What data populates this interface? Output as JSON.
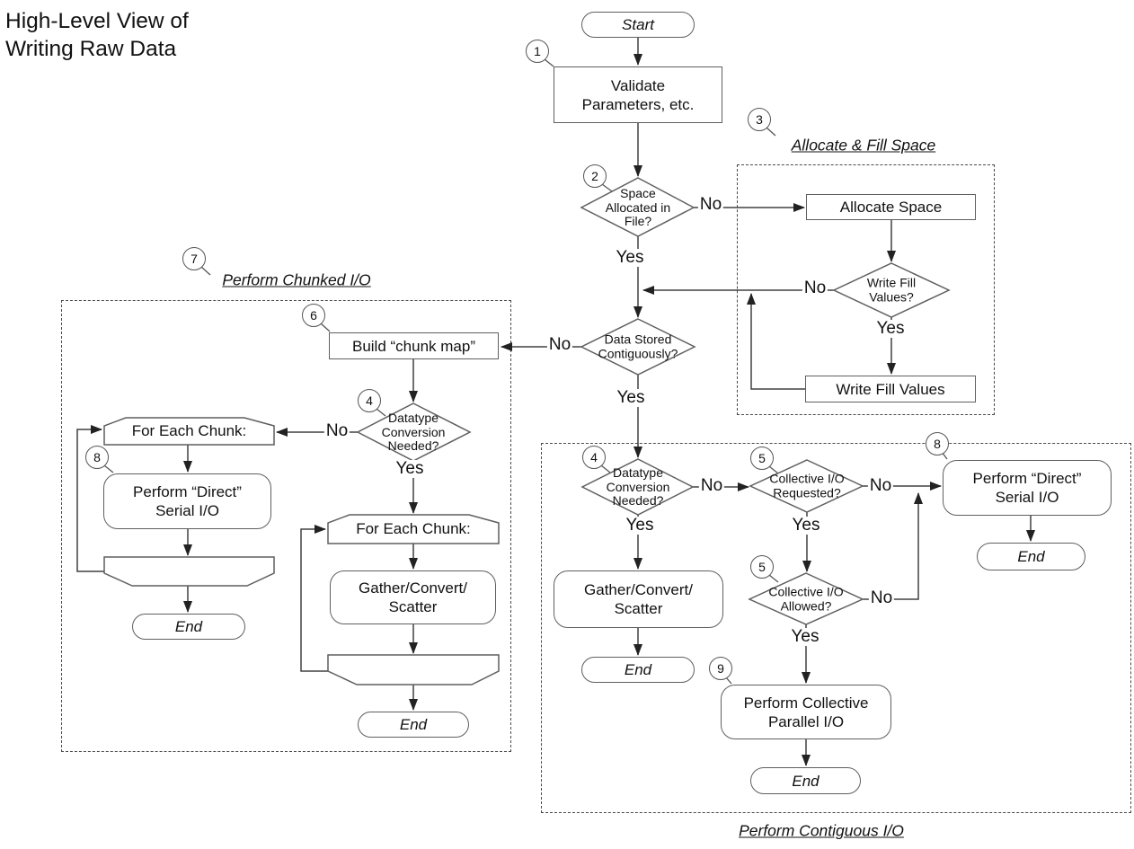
{
  "title": "High-Level View of\n Writing Raw Data",
  "regions": {
    "allocate": {
      "label": "Allocate & Fill Space"
    },
    "chunked": {
      "label": "Perform Chunked I/O"
    },
    "contiguous": {
      "label": "Perform Contiguous I/O"
    }
  },
  "badges": {
    "b1": "1",
    "b2": "2",
    "b3": "3",
    "b4a": "4",
    "b4b": "4",
    "b5a": "5",
    "b5b": "5",
    "b6": "6",
    "b7": "7",
    "b8a": "8",
    "b8b": "8",
    "b9": "9"
  },
  "nodes": {
    "start": "Start",
    "validate": "Validate\nParameters, etc.",
    "space_allocated": "Space\nAllocated in\nFile?",
    "allocate_space": "Allocate Space",
    "write_fill_q": "Write Fill\nValues?",
    "write_fill": "Write Fill Values",
    "data_stored": "Data Stored\nContiguously?",
    "build_chunk_map": "Build “chunk map”",
    "datatype_left": "Datatype\nConversion\nNeeded?",
    "for_each_1": "For Each Chunk:",
    "direct_serial_1": "Perform “Direct”\nSerial I/O",
    "end1": "End",
    "for_each_2": "For Each Chunk:",
    "gather_1": "Gather/Convert/\nScatter",
    "end2": "End",
    "datatype_right": "Datatype\nConversion\nNeeded?",
    "collective_requested": "Collective I/O\nRequested?",
    "collective_allowed": "Collective I/O\nAllowed?",
    "direct_serial_2": "Perform “Direct”\nSerial I/O",
    "end3": "End",
    "gather_2": "Gather/Convert/\nScatter",
    "end4": "End",
    "collective_parallel": "Perform Collective\nParallel I/O",
    "end5": "End"
  },
  "edge_labels": {
    "space_no": "No",
    "space_yes": "Yes",
    "fill_no": "No",
    "fill_yes": "Yes",
    "contig_no": "No",
    "contig_yes": "Yes",
    "dtl_no": "No",
    "dtl_yes": "Yes",
    "dtr_no": "No",
    "dtr_yes": "Yes",
    "req_no": "No",
    "req_yes": "Yes",
    "allow_no": "No",
    "allow_yes": "Yes"
  },
  "colors": {
    "wire": "#404040",
    "shape_border": "#5f5f5f",
    "text": "#111111",
    "background": "#ffffff"
  }
}
